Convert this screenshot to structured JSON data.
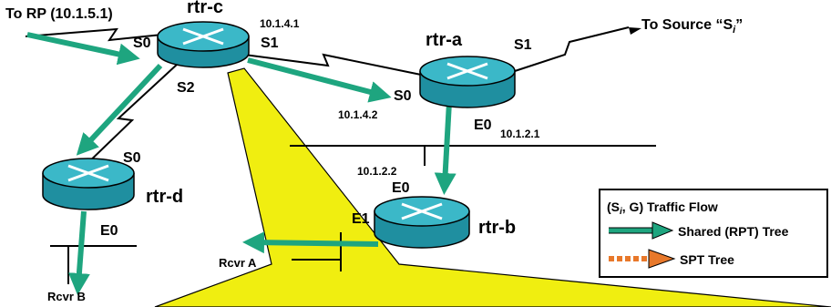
{
  "routers": {
    "c": {
      "name": "rtr-c"
    },
    "a": {
      "name": "rtr-a"
    },
    "b": {
      "name": "rtr-b"
    },
    "d": {
      "name": "rtr-d"
    }
  },
  "labels": {
    "to_rp": "To RP (10.1.5.1)",
    "to_source_prefix": "To Source “S",
    "to_source_sub": "i",
    "to_source_suffix": "”",
    "c_s0": "S0",
    "c_s1": "S1",
    "c_s2": "S2",
    "c_ip": "10.1.4.1",
    "a_s0": "S0",
    "a_s1": "S1",
    "a_e0": "E0",
    "a_ip_s0": "10.1.4.2",
    "a_ip_e0": "10.1.2.1",
    "b_ip": "10.1.2.2",
    "b_e0": "E0",
    "b_e1": "E1",
    "d_s0": "S0",
    "d_e0": "E0",
    "rcvr_a": "Rcvr  A",
    "rcvr_b": "Rcvr  B"
  },
  "legend": {
    "title_prefix": "(S",
    "title_sub": "i",
    "title_suffix": ", G) Traffic Flow",
    "shared": "Shared (RPT) Tree",
    "spt": "SPT Tree"
  },
  "colors": {
    "router_body": "#1f8fa0",
    "router_top": "#3bb8c8",
    "shared_arrow": "#1ea57f",
    "spt_arrow": "#e8782a",
    "highlight": "#f0ee10"
  }
}
